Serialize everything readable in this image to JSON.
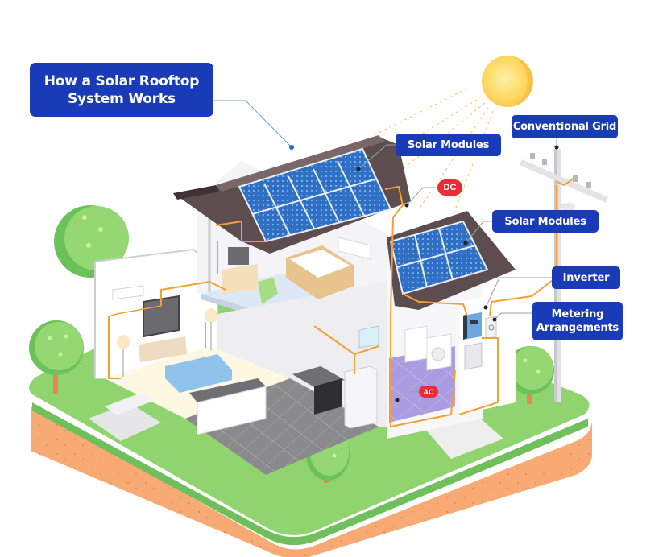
{
  "title": "How a Solar Rooftop System Works",
  "title_lines": [
    "How a Solar Rooftop",
    "System Works"
  ],
  "labels": {
    "solar_modules_main": "Solar Modules",
    "conventional_grid": "Conventional Grid",
    "solar_modules_secondary": "Solar Modules",
    "inverter": "Inverter",
    "metering": "Metering Arrangements",
    "metering_lines": [
      "Metering",
      "Arrangements"
    ]
  },
  "badges": {
    "dc": "DC",
    "ac": "AC"
  },
  "components": [
    "sun-icon",
    "house",
    "solar-panel-main-roof",
    "solar-panel-side-roof",
    "utility-pole",
    "inverter-unit",
    "meter-unit",
    "trees",
    "living-room",
    "bedroom",
    "kitchen",
    "laundry-room"
  ],
  "colors": {
    "label_bg": "#1a3bb8",
    "badge_red": "#ee2a35",
    "wire_orange": "#f5a030",
    "panel_blue": "#2f6fc4",
    "roof_brown": "#5e4d4f",
    "grass_green": "#8fd46f",
    "soil_orange": "#f7aa74",
    "sun_yellow": "#fdd65c",
    "laundry_purple": "#a99ce0"
  }
}
